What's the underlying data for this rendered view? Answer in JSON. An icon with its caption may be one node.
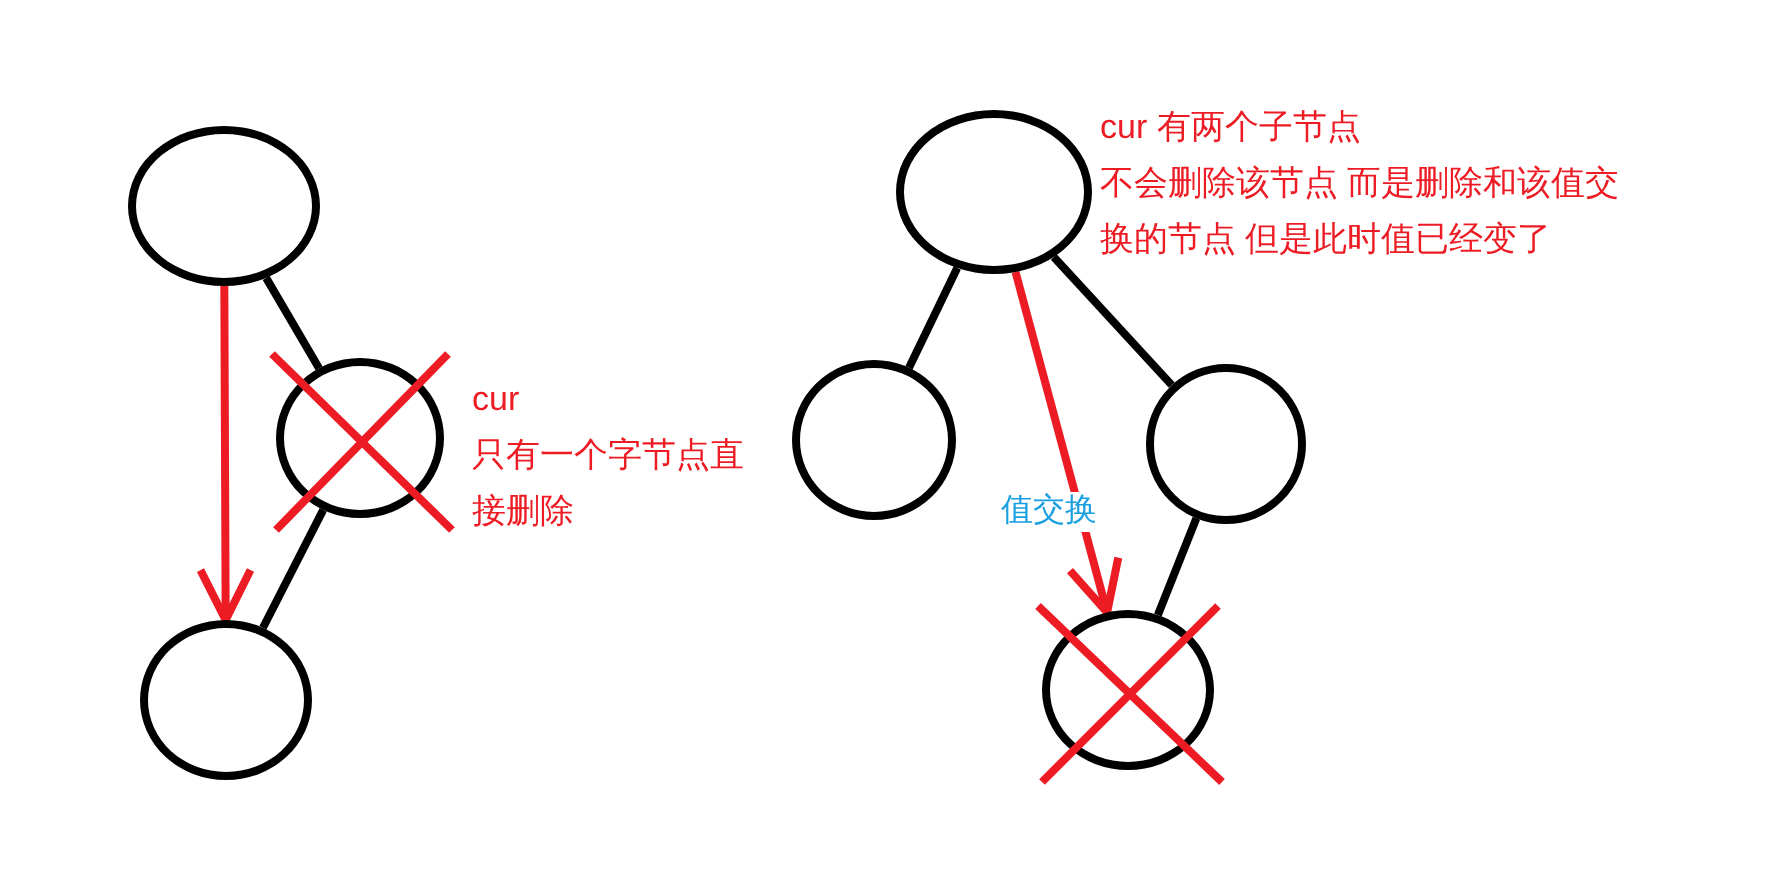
{
  "diagram": {
    "nodes": [
      {
        "text": [],
        "shape": "circle"
      },
      {
        "text": [],
        "shape": "circle",
        "beside": [
          "cur",
          "只有一个字节点直接删除"
        ]
      },
      {
        "text": [],
        "shape": "circle"
      },
      {
        "text": [],
        "shape": "circle",
        "beside": [
          "cur 有两个子节点",
          "不会删除该节点 而是删除和该值交换的节点 但是此时值已经变了"
        ]
      },
      {
        "text": [],
        "shape": "circle"
      },
      {
        "text": [],
        "shape": "circle"
      },
      {
        "text": [],
        "shape": "circle"
      }
    ],
    "edges": [
      {
        "from": 0,
        "to": 1,
        "arrow": "none"
      },
      {
        "from": 1,
        "to": 2,
        "arrow": "none"
      },
      {
        "from": 0,
        "to": 2,
        "arrow": "to",
        "color": "#ed1c24"
      },
      {
        "from": 3,
        "to": 4,
        "arrow": "none"
      },
      {
        "from": 3,
        "to": 5,
        "arrow": "none"
      },
      {
        "from": 5,
        "to": 6,
        "arrow": "none"
      },
      {
        "from": 3,
        "to": 6,
        "arrow": "to",
        "color": "#ed1c24",
        "label": "值交换"
      }
    ]
  }
}
